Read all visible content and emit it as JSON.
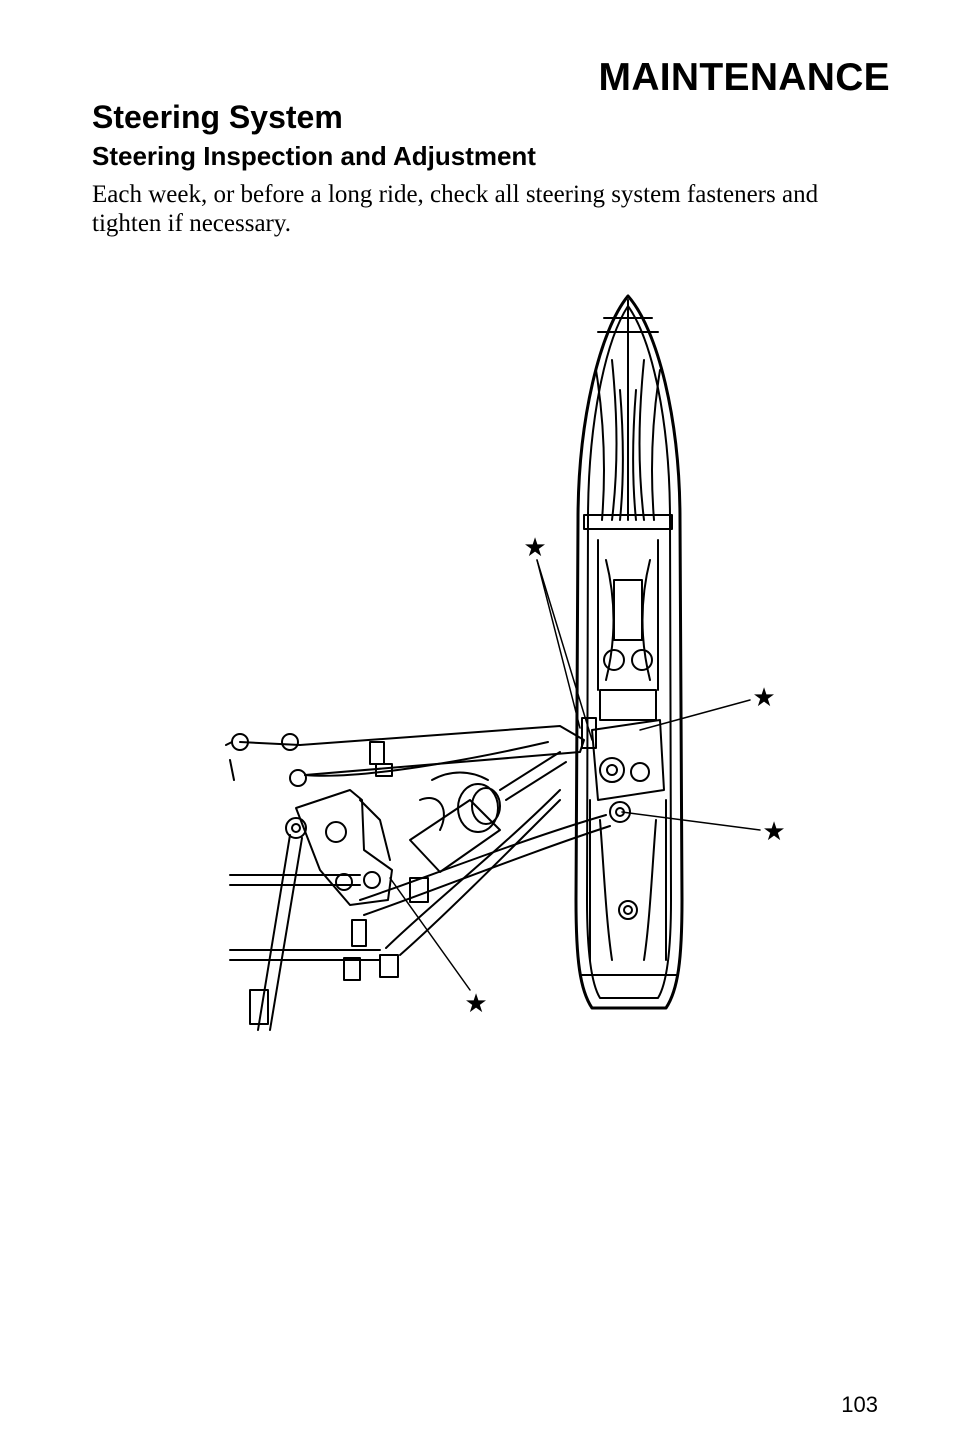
{
  "header": {
    "section": "MAINTENANCE"
  },
  "content": {
    "heading": "Steering System",
    "subheading": "Steering Inspection and Adjustment",
    "paragraph": "Each week, or before a long ride, check all steering system fasteners and tighten if necessary."
  },
  "figure": {
    "callout_symbol": "★"
  },
  "footer": {
    "page_number": "103"
  }
}
